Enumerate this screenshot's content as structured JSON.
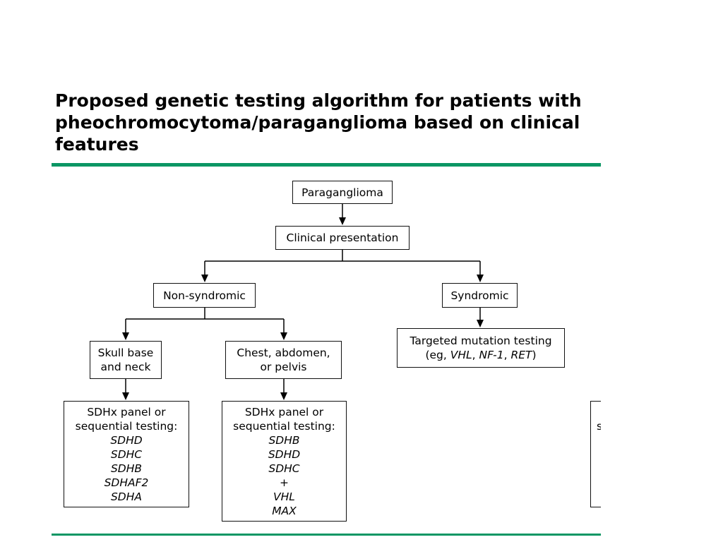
{
  "title": "Proposed genetic testing algorithm for patients with pheochromocytoma/paraganglioma based on clinical features",
  "colors": {
    "accent_rule": "#0a9664"
  },
  "diagram": {
    "root": "Paraganglioma",
    "presentation": "Clinical presentation",
    "non_syndromic": {
      "label": "Non-syndromic",
      "skull_base_and_neck": {
        "label_lines": [
          "Skull base",
          "and neck"
        ],
        "testing": {
          "heading_lines": [
            "SDHx panel or",
            "sequential testing:"
          ],
          "genes": [
            "SDHD",
            "SDHC",
            "SDHB",
            "SDHAF2",
            "SDHA"
          ]
        }
      },
      "chest_abdomen_pelvis": {
        "label_lines": [
          "Chest, abdomen,",
          "or pelvis"
        ],
        "testing": {
          "heading_lines": [
            "SDHx panel or",
            "sequential testing:"
          ],
          "genes": [
            "SDHB",
            "SDHD",
            "SDHC"
          ],
          "plus": "+",
          "additional_genes": [
            "VHL",
            "MAX"
          ]
        }
      }
    },
    "syndromic": {
      "label": "Syndromic",
      "targeted_testing": {
        "line1": "Targeted mutation testing",
        "line2_parts": [
          "(eg, ",
          "VHL",
          ", ",
          "NF-1",
          ", ",
          "RET",
          ")"
        ]
      }
    },
    "clipped_box": {
      "visible_text": "s"
    }
  }
}
